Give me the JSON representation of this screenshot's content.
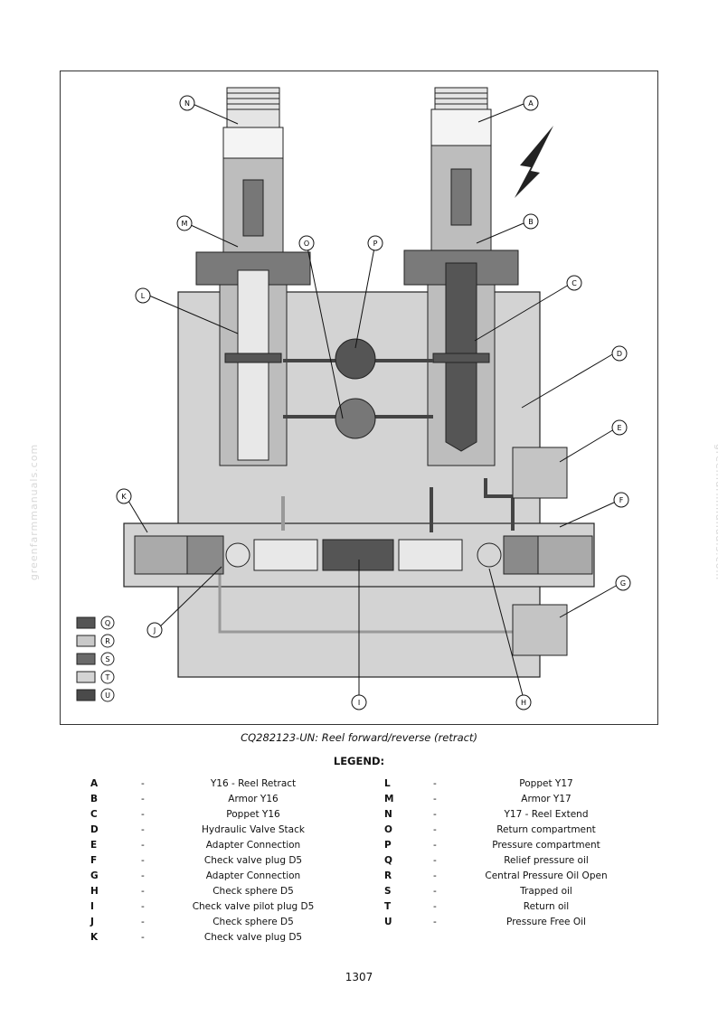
{
  "watermark": "greenfarmmanuals.com",
  "figure": {
    "callouts": [
      "A",
      "B",
      "C",
      "D",
      "E",
      "F",
      "G",
      "H",
      "I",
      "J",
      "K",
      "L",
      "M",
      "N",
      "O",
      "P"
    ],
    "swatches": [
      {
        "key": "Q",
        "color": "#555555"
      },
      {
        "key": "R",
        "color": "#c9c9c9"
      },
      {
        "key": "S",
        "color": "#6a6a6a"
      },
      {
        "key": "T",
        "color": "#d4d4d4"
      },
      {
        "key": "U",
        "color": "#4a4a4a"
      }
    ],
    "colors": {
      "body": "#d3d3d3",
      "dark": "#555555",
      "mid": "#8a8a8a",
      "outline": "#222222"
    }
  },
  "caption": "CQ282123-UN: Reel forward/reverse (retract)",
  "legend_title": "LEGEND:",
  "legend_left": [
    {
      "key": "A",
      "dash": "-",
      "text": "Y16 - Reel Retract"
    },
    {
      "key": "B",
      "dash": "-",
      "text": "Armor Y16"
    },
    {
      "key": "C",
      "dash": "-",
      "text": "Poppet Y16"
    },
    {
      "key": "D",
      "dash": "-",
      "text": "Hydraulic Valve Stack"
    },
    {
      "key": "E",
      "dash": "-",
      "text": "Adapter Connection"
    },
    {
      "key": "F",
      "dash": "-",
      "text": "Check valve plug D5"
    },
    {
      "key": "G",
      "dash": "-",
      "text": "Adapter Connection"
    },
    {
      "key": "H",
      "dash": "-",
      "text": "Check sphere D5"
    },
    {
      "key": "I",
      "dash": "-",
      "text": "Check valve pilot plug D5"
    },
    {
      "key": "J",
      "dash": "-",
      "text": "Check sphere D5"
    },
    {
      "key": "K",
      "dash": "-",
      "text": "Check valve plug D5"
    }
  ],
  "legend_right": [
    {
      "key": "L",
      "dash": "-",
      "text": "Poppet Y17"
    },
    {
      "key": "M",
      "dash": "-",
      "text": "Armor Y17"
    },
    {
      "key": "N",
      "dash": "-",
      "text": "Y17 - Reel Extend"
    },
    {
      "key": "O",
      "dash": "-",
      "text": "Return compartment"
    },
    {
      "key": "P",
      "dash": "-",
      "text": "Pressure compartment"
    },
    {
      "key": "Q",
      "dash": "-",
      "text": "Relief pressure oil"
    },
    {
      "key": "R",
      "dash": "-",
      "text": "Central Pressure Oil Open"
    },
    {
      "key": "S",
      "dash": "-",
      "text": "Trapped oil"
    },
    {
      "key": "T",
      "dash": "-",
      "text": "Return oil"
    },
    {
      "key": "U",
      "dash": "-",
      "text": "Pressure Free Oil"
    }
  ],
  "page_number": "1307"
}
